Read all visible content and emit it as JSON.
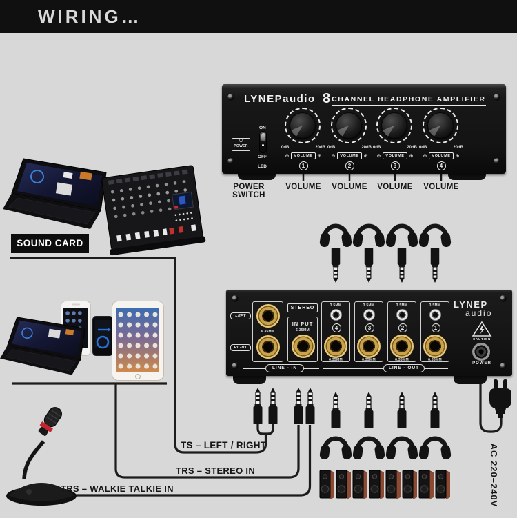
{
  "banner": {
    "title": "WIRING…"
  },
  "front_panel": {
    "brand": "LYNEPaudio",
    "channel_count": "8",
    "title": "CHANNEL HEADPHONE AMPLIFIER",
    "power_label": "POWER",
    "power_glyph": "⏻",
    "switch_on": "ON",
    "switch_off": "OFF",
    "switch_led": "LED",
    "minus_glyph": "⊖",
    "plus_glyph": "⊕",
    "knobs": [
      {
        "number": "1",
        "min": "0dB",
        "max": "20dB",
        "label": "VOLUME"
      },
      {
        "number": "2",
        "min": "0dB",
        "max": "20dB",
        "label": "VOLUME"
      },
      {
        "number": "3",
        "min": "0dB",
        "max": "20dB",
        "label": "VOLUME"
      },
      {
        "number": "4",
        "min": "0dB",
        "max": "20dB",
        "label": "VOLUME"
      }
    ]
  },
  "callouts": {
    "power_switch": "POWER SWITCH",
    "volume_labels": [
      "VOLUME",
      "VOLUME",
      "VOLUME",
      "VOLUME"
    ]
  },
  "sound_card": {
    "label": "SOUND CARD"
  },
  "rear_panel": {
    "left": "LEFT",
    "right": "RIGHT",
    "pair_jack_size": "6.35MM",
    "stereo": "STEREO",
    "input": "IN PUT",
    "input_jack_size": "6.35MM",
    "channels": [
      {
        "size_top": "3.5MM",
        "number": "4",
        "size_bottom": "6.35MM"
      },
      {
        "size_top": "3.5MM",
        "number": "3",
        "size_bottom": "6.35MM"
      },
      {
        "size_top": "3.5MM",
        "number": "2",
        "size_bottom": "6.35MM"
      },
      {
        "size_top": "3.5MM",
        "number": "1",
        "size_bottom": "6.35MM"
      }
    ],
    "line_in": "LINE - IN",
    "line_out": "LINE - OUT",
    "brand_top": "LYNEP",
    "brand_bottom": "audio",
    "caution": "CAUTION",
    "power": "POWER"
  },
  "wiring": {
    "ts": "TS – LEFT / RIGHT",
    "trs_stereo": "TRS  –  STEREO IN",
    "trs_walkie": "TRS  –  WALKIE  TALKIE IN",
    "ac": "AC 220–240V"
  },
  "quantities": {
    "monitor_headphones": 4,
    "output_sets": 4,
    "input_plug_pairs": 2
  },
  "colors": {
    "background": "#d8d8d8",
    "banner": "#101010",
    "panel": "#151515",
    "gold_jack": "#c9a24c",
    "speaker_wood": "#8a4a33",
    "mic_red": "#c3242e",
    "wire": "#1c1c1c"
  }
}
